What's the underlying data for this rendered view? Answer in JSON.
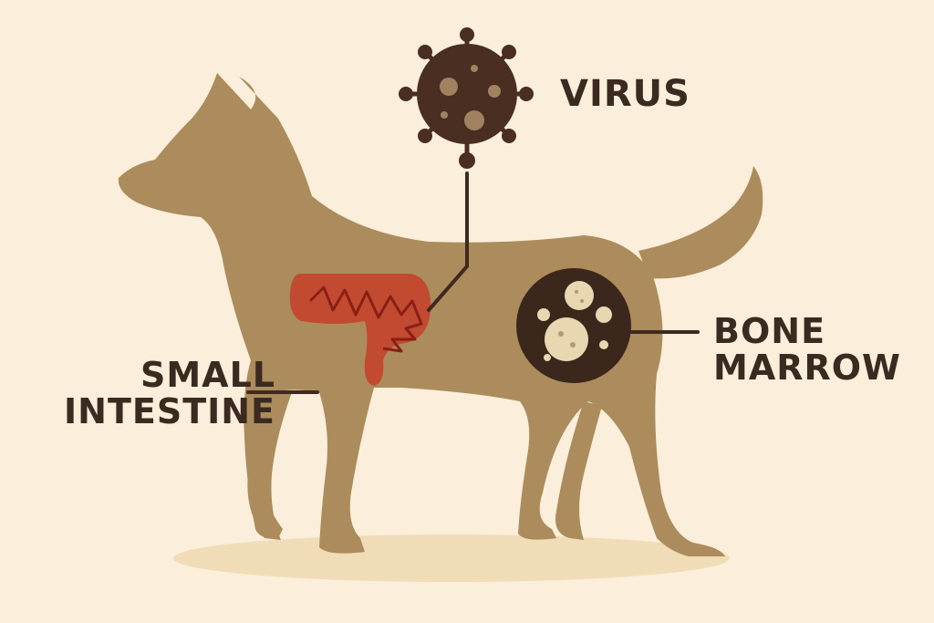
{
  "labels": {
    "virus": "VIRUS",
    "bone_marrow_line1": "BONE",
    "bone_marrow_line2": "MARROW",
    "small_intestine_line1": "SMALL",
    "small_intestine_line2": "INTESTINE"
  },
  "colors": {
    "background": "#fbeedb",
    "dog": "#ac8c5c",
    "shadow": "#f0dcb6",
    "virus": "#4a2e22",
    "virus_spots": "#a0825f",
    "intestine": "#c24a31",
    "intestine_line": "#8a1f14",
    "marrow_bg": "#3b271c",
    "marrow_cells": "#e8d7b0",
    "leader_line": "#3e2a20",
    "text": "#3a2a20"
  },
  "icons": [
    "virus-icon",
    "dog-silhouette",
    "intestine-icon",
    "bone-marrow-icon"
  ]
}
